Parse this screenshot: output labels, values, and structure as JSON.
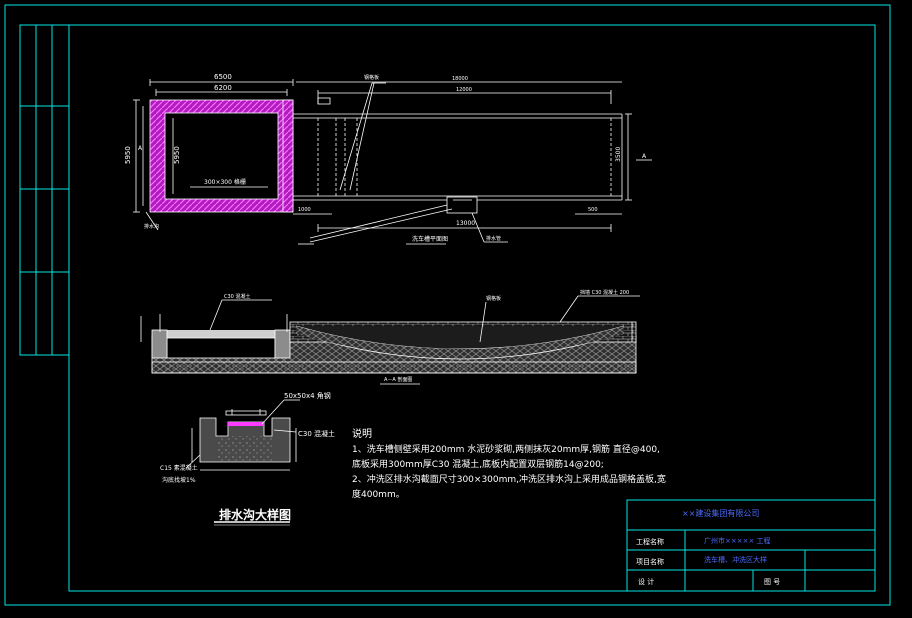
{
  "colors": {
    "background": "#000000",
    "border": "#00e5e5",
    "lines": "#ffffff",
    "hatch": "#e040e0",
    "ground": "#bdbdbd",
    "title_text": "#4b6cff"
  },
  "plan": {
    "dim_top_outer": "6500",
    "dim_top_inner": "6200",
    "dim_left_outer": "5950",
    "dim_left_inner": "5950",
    "grate_label": "300×300 格栅",
    "dim_span_total": "18000",
    "dim_span_inner": "12000",
    "dim_right": "3500",
    "dim_bottom_left": "1000",
    "dim_bottom_right": "500",
    "dim_bottom_span": "13000",
    "leader_top": "钢格板",
    "plan_title": "洗车槽平面图",
    "section_mark_left": "A",
    "section_mark_right": "A",
    "note_left": "排水沟",
    "drain_note": "排水管"
  },
  "section": {
    "title": "A－A 剖面图",
    "label_top_left": "C30 混凝土",
    "label_top_mid": "钢格板",
    "label_top_right": "挡墙 C30 混凝土 200"
  },
  "detail": {
    "grate_label": "50x50x4 角钢",
    "concrete_label": "C30 混凝土",
    "slope_label_1": "C15 素混凝土",
    "slope_label_2": "沟底找坡1%",
    "title": "排水沟大样图"
  },
  "notes": {
    "heading": "说明",
    "line1": "1、洗车槽侧壁采用200mm 水泥砂浆砌,两侧抹灰20mm厚,钢筋 直径@400,",
    "line2": "底板采用300mm厚C30 混凝土,底板内配置双层钢筋14@200;",
    "line3": "2、冲洗区排水沟截面尺寸300×300mm,冲洗区排水沟上采用成品钢格盖板,宽",
    "line4": "度400mm。"
  },
  "title_block": {
    "company": "××建设集团有限公司",
    "project_label": "工程名称",
    "project_value": "广州市××××× 工程",
    "item_label": "项目名称",
    "item_value": "洗车槽、冲洗区大样",
    "design_label": "设  计",
    "drawing_no_label": "图 号"
  }
}
